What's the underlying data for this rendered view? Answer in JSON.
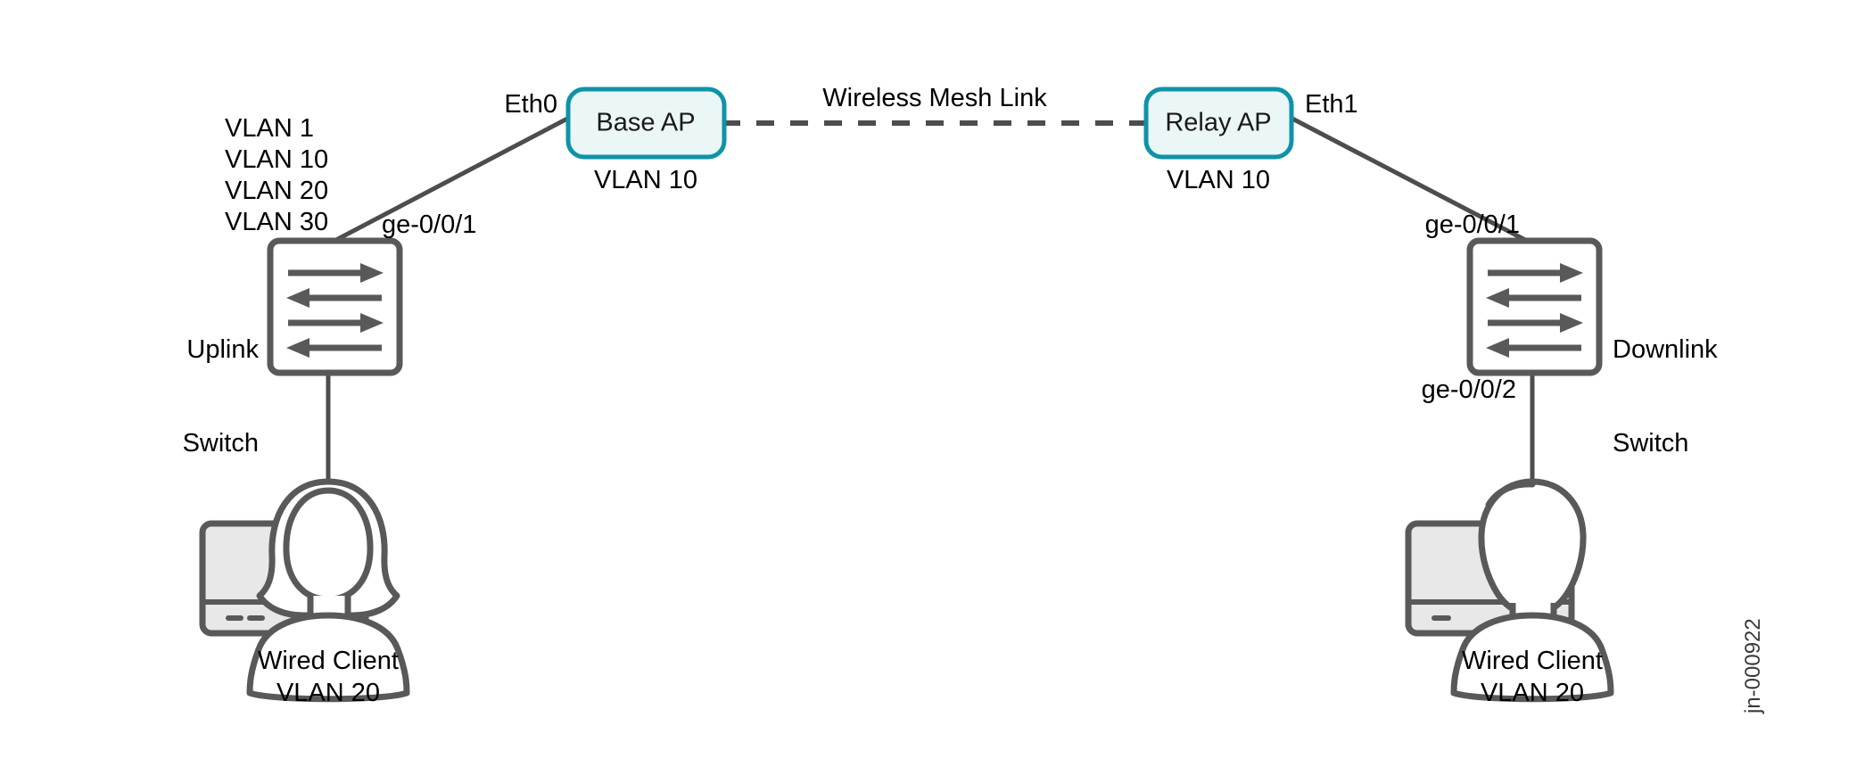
{
  "diagram": {
    "title": "Wireless Mesh Base AP and Relay AP Topology",
    "colors": {
      "ap_border": "#0e93a8",
      "ap_fill": "#ebf6f7",
      "line": "#4d4d4d",
      "icon_stroke": "#595959",
      "screen_fill": "#e8e8e8",
      "text": "#000000",
      "watermark": "#3a3a3a"
    },
    "nodes": {
      "base_ap": {
        "label": "Base AP",
        "vlan": "VLAN 10",
        "port": "Eth0"
      },
      "relay_ap": {
        "label": "Relay AP",
        "vlan": "VLAN 10",
        "port": "Eth1"
      },
      "uplink_switch": {
        "label": "Uplink\nSwitch",
        "port": "ge-0/0/1"
      },
      "downlink_switch": {
        "label": "Downlink\nSwitch",
        "port_up": "ge-0/0/1",
        "port_down": "ge-0/0/2"
      },
      "left_client": {
        "label": "Wired Client",
        "vlan": "VLAN 20"
      },
      "right_client": {
        "label": "Wired Client",
        "vlan": "VLAN 20"
      }
    },
    "vlan_list": [
      "VLAN 1",
      "VLAN 10",
      "VLAN 20",
      "VLAN 30"
    ],
    "links": {
      "mesh": {
        "label": "Wireless Mesh Link",
        "style": "dashed"
      },
      "uplink_to_base": {
        "style": "solid"
      },
      "relay_to_downlink": {
        "style": "solid"
      },
      "uplink_to_client": {
        "style": "solid"
      },
      "downlink_to_client": {
        "style": "solid"
      }
    },
    "watermark": "jn-000922"
  }
}
